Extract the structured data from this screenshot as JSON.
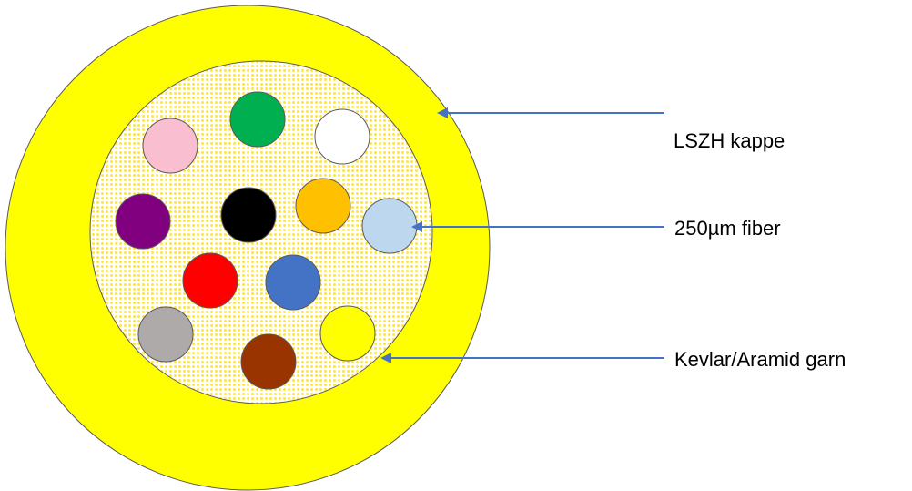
{
  "labels": {
    "jacket": "LSZH kappe",
    "fiber": "250µm fiber",
    "yarn": "Kevlar/Aramid garn"
  },
  "colors": {
    "jacket": "#ffff00",
    "yarn_base": "#ffffff",
    "yarn_dots": "#ffe640",
    "outline": "#595959",
    "arrow": "#4472c4"
  },
  "fibers": [
    {
      "name": "green",
      "color": "#00b050"
    },
    {
      "name": "white",
      "color": "#ffffff"
    },
    {
      "name": "pink",
      "color": "#f9bfd1"
    },
    {
      "name": "purple",
      "color": "#800080"
    },
    {
      "name": "black",
      "color": "#000000"
    },
    {
      "name": "orange",
      "color": "#ffc000"
    },
    {
      "name": "light-blue",
      "color": "#bdd7ee"
    },
    {
      "name": "red",
      "color": "#ff0000"
    },
    {
      "name": "blue",
      "color": "#4472c4"
    },
    {
      "name": "grey",
      "color": "#aeaaaa"
    },
    {
      "name": "yellow",
      "color": "#ffff00"
    },
    {
      "name": "brown",
      "color": "#993300"
    }
  ]
}
